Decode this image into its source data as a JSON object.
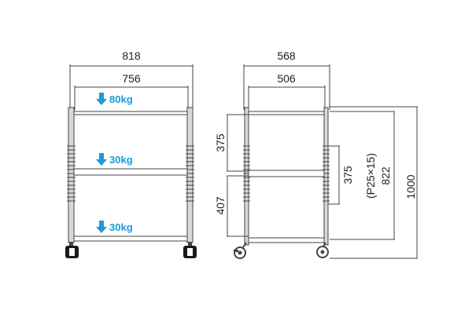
{
  "colors": {
    "line": "#444444",
    "post": "#d9d9d9",
    "load": "#1a9bd7",
    "wheel": "#1a1a1a"
  },
  "front_view": {
    "overall_width": "818",
    "inner_width": "756",
    "loads": [
      {
        "label": "80kg",
        "icon": "down-arrow-icon"
      },
      {
        "label": "30kg",
        "icon": "down-arrow-icon"
      },
      {
        "label": "30kg",
        "icon": "down-arrow-icon"
      }
    ]
  },
  "side_view": {
    "overall_depth": "568",
    "inner_depth": "506",
    "upper_gap": "375",
    "lower_gap": "407",
    "adjustable_gap": "375",
    "shelf_height_note": "(P25×15)",
    "shelf_height": "822",
    "total_height": "1000"
  }
}
